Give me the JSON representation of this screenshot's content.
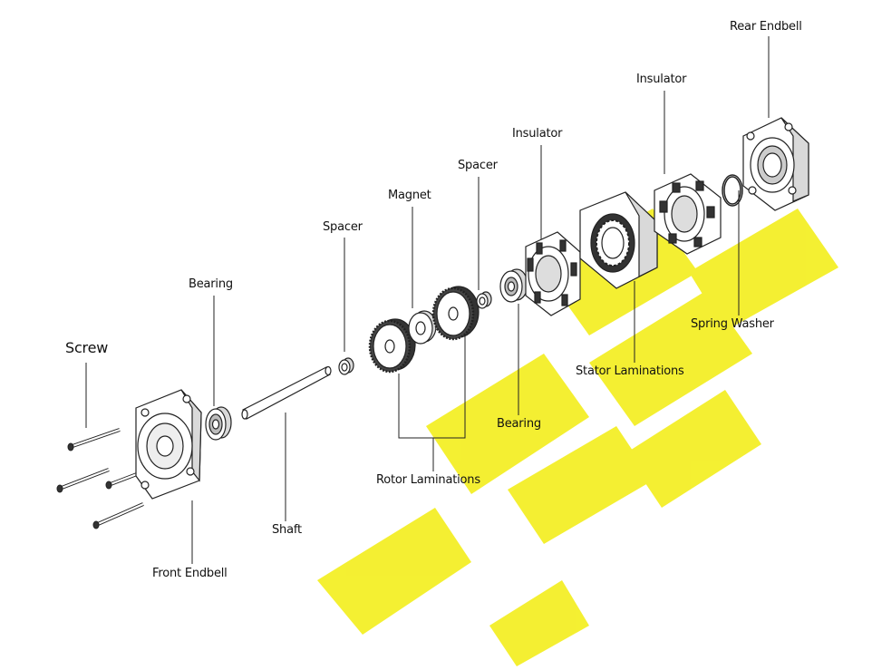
{
  "labels": {
    "screw": "Screw",
    "bearing_front": "Bearing",
    "spacer_front": "Spacer",
    "magnet": "Magnet",
    "spacer_rear": "Spacer",
    "insulator_front": "Insulator",
    "insulator_rear": "Insulator",
    "rear_endbell": "Rear Endbell",
    "spring_washer": "Spring Washer",
    "stator_laminations": "Stator Laminations",
    "bearing_rear": "Bearing",
    "rotor_laminations": "Rotor Laminations",
    "shaft": "Shaft",
    "front_endbell": "Front Endbell"
  },
  "colors": {
    "line": "#222222",
    "part_fill": "#ffffff",
    "part_shade": "#d9d9d9",
    "dark": "#333333",
    "watermark": "#f3ee1c"
  }
}
